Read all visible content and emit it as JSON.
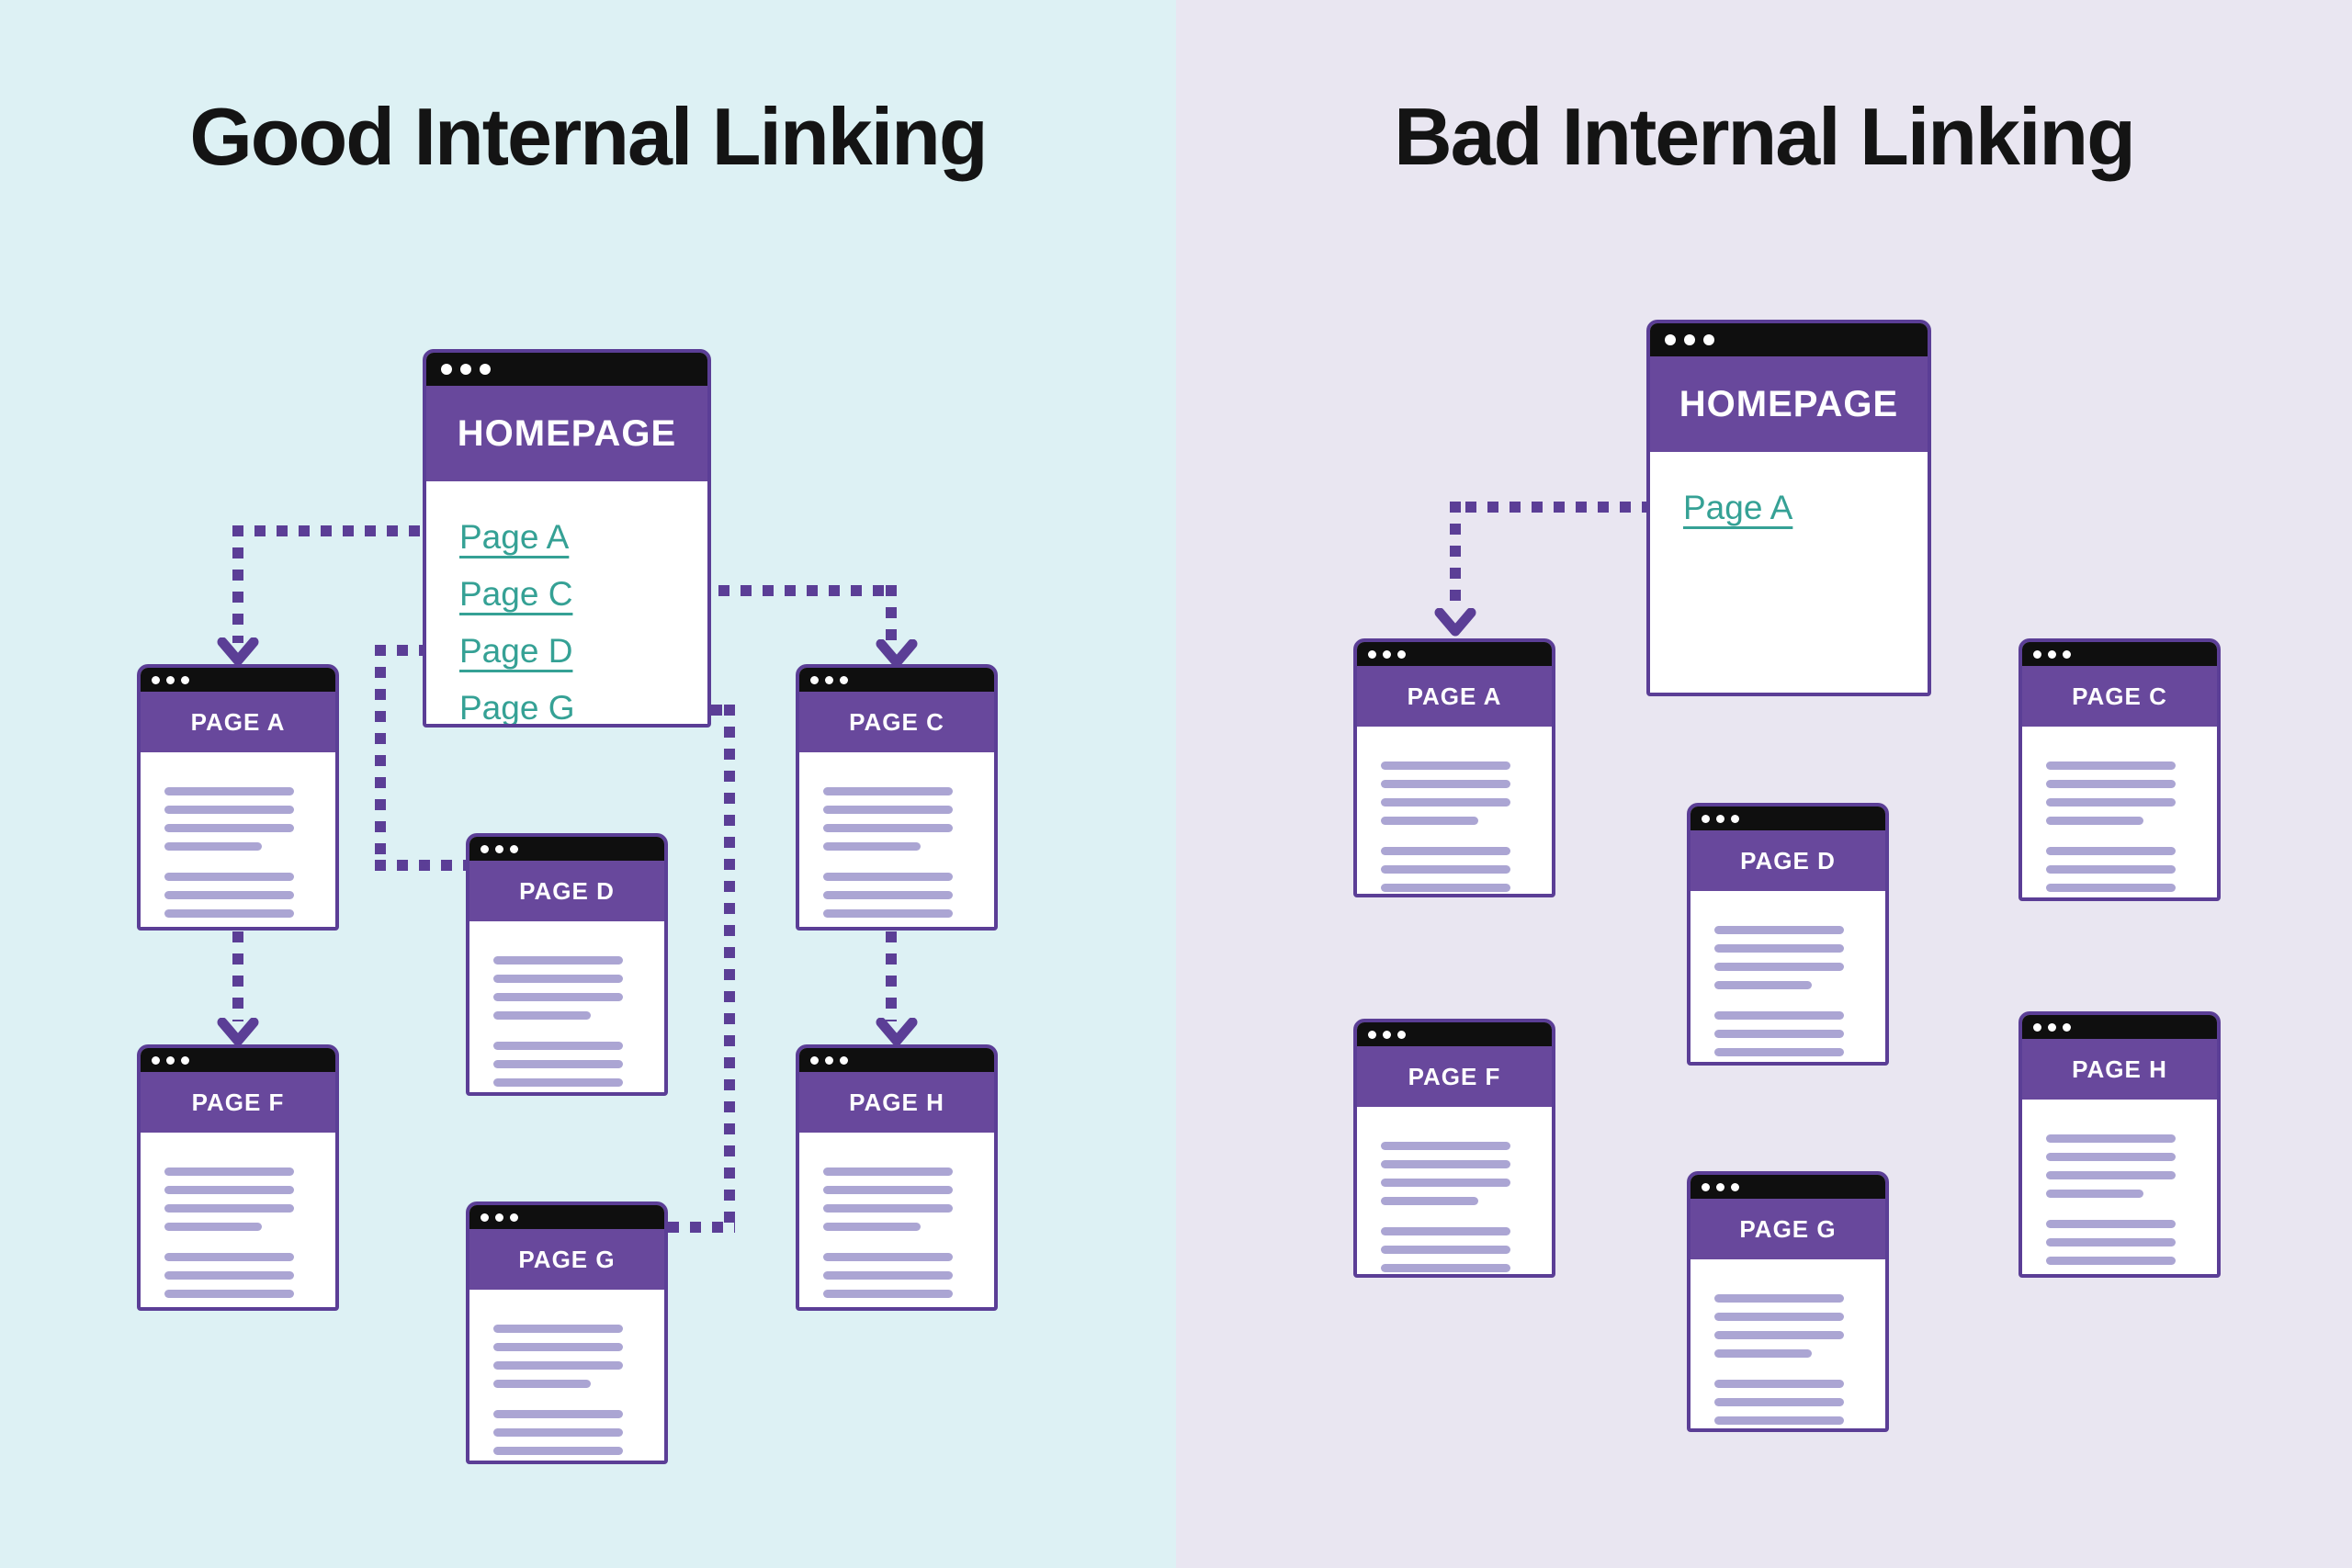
{
  "colors": {
    "left_background": "#ddf1f4",
    "right_background": "#e9e6f1",
    "window_header_purple": "#68489c",
    "window_border_purple": "#5b3e96",
    "titlebar_black": "#0f0f0f",
    "connector_purple": "#5b3e96",
    "link_teal": "#35a195",
    "skeleton_line_purple": "#aba5d3",
    "title_text": "#141414"
  },
  "good": {
    "title": "Good Internal Linking",
    "homepage": {
      "title": "HOMEPAGE",
      "links": [
        {
          "label": "Page A"
        },
        {
          "label": "Page C"
        },
        {
          "label": "Page D"
        },
        {
          "label": "Page G"
        }
      ]
    },
    "pages": [
      {
        "title": "PAGE A"
      },
      {
        "title": "PAGE C"
      },
      {
        "title": "PAGE D"
      },
      {
        "title": "PAGE F"
      },
      {
        "title": "PAGE G"
      },
      {
        "title": "PAGE H"
      }
    ]
  },
  "bad": {
    "title": "Bad Internal Linking",
    "homepage": {
      "title": "HOMEPAGE",
      "links": [
        {
          "label": "Page A"
        }
      ]
    },
    "pages": [
      {
        "title": "PAGE A"
      },
      {
        "title": "PAGE C"
      },
      {
        "title": "PAGE D"
      },
      {
        "title": "PAGE F"
      },
      {
        "title": "PAGE G"
      },
      {
        "title": "PAGE H"
      }
    ]
  }
}
